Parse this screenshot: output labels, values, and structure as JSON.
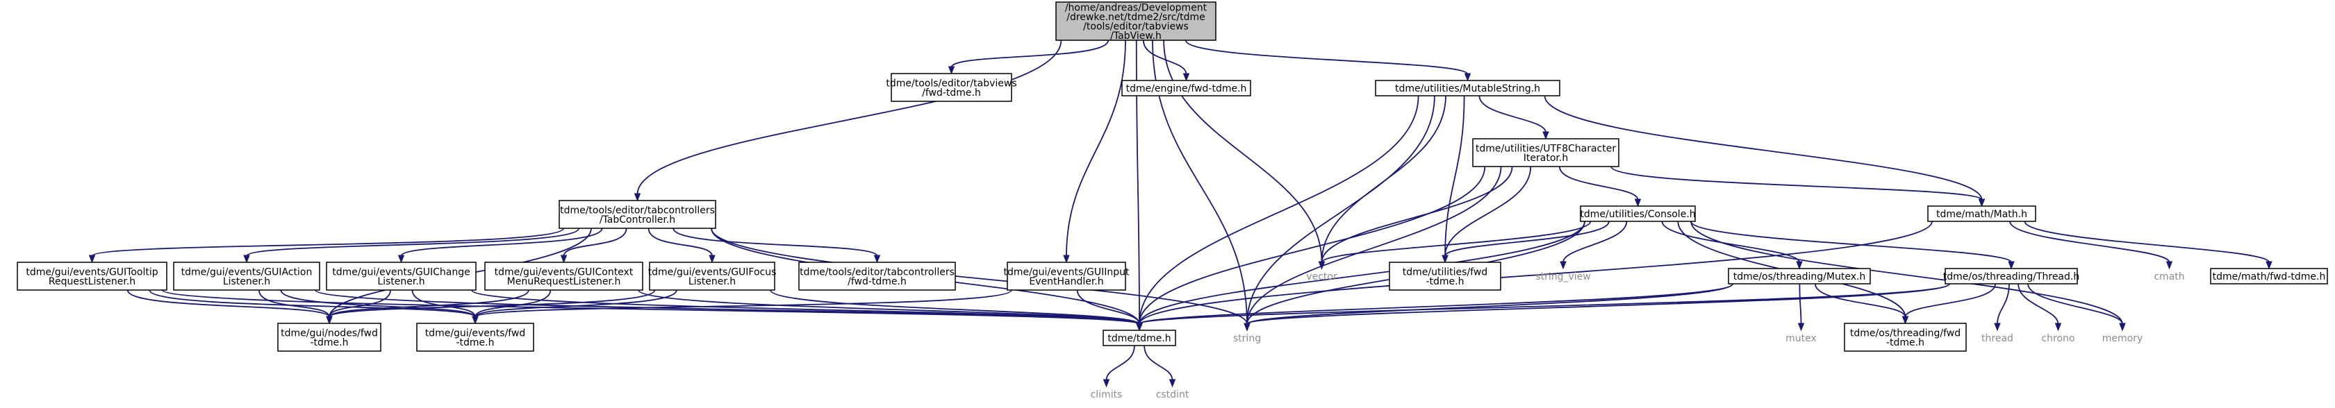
{
  "colors": {
    "edge": "#191970",
    "root_fill": "#bfbfbf",
    "node_border": "#000000",
    "external_text": "#8c8c8c"
  },
  "nodes": {
    "tabview": {
      "label": [
        "/home/andreas/Development",
        "/drewke.net/tdme2/src/tdme",
        "/tools/editor/tabviews",
        "/TabView.h"
      ]
    },
    "tv_fwd": {
      "label": [
        "tdme/tools/editor/tabviews",
        "/fwd-tdme.h"
      ]
    },
    "engine_fwd": {
      "label": [
        "tdme/engine/fwd-tdme.h"
      ]
    },
    "mutablestring": {
      "label": [
        "tdme/utilities/MutableString.h"
      ]
    },
    "utf8": {
      "label": [
        "tdme/utilities/UTF8Character",
        "Iterator.h"
      ]
    },
    "tabcontroller": {
      "label": [
        "tdme/tools/editor/tabcontrollers",
        "/TabController.h"
      ]
    },
    "math": {
      "label": [
        "tdme/math/Math.h"
      ]
    },
    "console": {
      "label": [
        "tdme/utilities/Console.h"
      ]
    },
    "tooltip": {
      "label": [
        "tdme/gui/events/GUITooltip",
        "RequestListener.h"
      ]
    },
    "action": {
      "label": [
        "tdme/gui/events/GUIAction",
        "Listener.h"
      ]
    },
    "change": {
      "label": [
        "tdme/gui/events/GUIChange",
        "Listener.h"
      ]
    },
    "context": {
      "label": [
        "tdme/gui/events/GUIContext",
        "MenuRequestListener.h"
      ]
    },
    "focus": {
      "label": [
        "tdme/gui/events/GUIFocus",
        "Listener.h"
      ]
    },
    "tc_fwd": {
      "label": [
        "tdme/tools/editor/tabcontrollers",
        "/fwd-tdme.h"
      ]
    },
    "input": {
      "label": [
        "tdme/gui/events/GUIInput",
        "EventHandler.h"
      ]
    },
    "vector": {
      "label": [
        "vector"
      ],
      "external": true
    },
    "util_fwd": {
      "label": [
        "tdme/utilities/fwd",
        "-tdme.h"
      ]
    },
    "string_view": {
      "label": [
        "string_view"
      ],
      "external": true
    },
    "mutex": {
      "label": [
        "tdme/os/threading/Mutex.h"
      ]
    },
    "thread": {
      "label": [
        "tdme/os/threading/Thread.h"
      ]
    },
    "cmath": {
      "label": [
        "cmath"
      ],
      "external": true
    },
    "math_fwd": {
      "label": [
        "tdme/math/fwd-tdme.h"
      ]
    },
    "nodes_fwd": {
      "label": [
        "tdme/gui/nodes/fwd",
        "-tdme.h"
      ]
    },
    "events_fwd": {
      "label": [
        "tdme/gui/events/fwd",
        "-tdme.h"
      ]
    },
    "tdme": {
      "label": [
        "tdme/tdme.h"
      ]
    },
    "string": {
      "label": [
        "string"
      ],
      "external": true
    },
    "std_mutex": {
      "label": [
        "mutex"
      ],
      "external": true
    },
    "threading_fwd": {
      "label": [
        "tdme/os/threading/fwd",
        "-tdme.h"
      ]
    },
    "std_thread": {
      "label": [
        "thread"
      ],
      "external": true
    },
    "chrono": {
      "label": [
        "chrono"
      ],
      "external": true
    },
    "memory": {
      "label": [
        "memory"
      ],
      "external": true
    },
    "climits": {
      "label": [
        "climits"
      ],
      "external": true
    },
    "cstdint": {
      "label": [
        "cstdint"
      ],
      "external": true
    }
  },
  "edges": [
    [
      "tabview",
      "tv_fwd"
    ],
    [
      "tabview",
      "engine_fwd"
    ],
    [
      "tabview",
      "mutablestring"
    ],
    [
      "tabview",
      "tabcontroller"
    ],
    [
      "tabview",
      "input"
    ],
    [
      "tabview",
      "tdme"
    ],
    [
      "tabview",
      "vector"
    ],
    [
      "tabview",
      "string"
    ],
    [
      "mutablestring",
      "utf8"
    ],
    [
      "mutablestring",
      "math"
    ],
    [
      "mutablestring",
      "vector"
    ],
    [
      "mutablestring",
      "util_fwd"
    ],
    [
      "mutablestring",
      "tdme"
    ],
    [
      "mutablestring",
      "string"
    ],
    [
      "utf8",
      "console"
    ],
    [
      "utf8",
      "math"
    ],
    [
      "utf8",
      "vector"
    ],
    [
      "utf8",
      "util_fwd"
    ],
    [
      "utf8",
      "string"
    ],
    [
      "utf8",
      "tdme"
    ],
    [
      "tabcontroller",
      "tooltip"
    ],
    [
      "tabcontroller",
      "action"
    ],
    [
      "tabcontroller",
      "change"
    ],
    [
      "tabcontroller",
      "context"
    ],
    [
      "tabcontroller",
      "focus"
    ],
    [
      "tabcontroller",
      "tc_fwd"
    ],
    [
      "tabcontroller",
      "nodes_fwd"
    ],
    [
      "tabcontroller",
      "tdme"
    ],
    [
      "tabcontroller",
      "string"
    ],
    [
      "math",
      "tdme"
    ],
    [
      "math",
      "cmath"
    ],
    [
      "math",
      "math_fwd"
    ],
    [
      "console",
      "vector"
    ],
    [
      "console",
      "string_view"
    ],
    [
      "console",
      "util_fwd"
    ],
    [
      "console",
      "mutex"
    ],
    [
      "console",
      "thread"
    ],
    [
      "console",
      "string"
    ],
    [
      "console",
      "tdme"
    ],
    [
      "console",
      "memory"
    ],
    [
      "console",
      "threading_fwd"
    ],
    [
      "tooltip",
      "nodes_fwd"
    ],
    [
      "tooltip",
      "events_fwd"
    ],
    [
      "tooltip",
      "tdme"
    ],
    [
      "action",
      "nodes_fwd"
    ],
    [
      "action",
      "events_fwd"
    ],
    [
      "action",
      "tdme"
    ],
    [
      "change",
      "nodes_fwd"
    ],
    [
      "change",
      "events_fwd"
    ],
    [
      "change",
      "tdme"
    ],
    [
      "context",
      "nodes_fwd"
    ],
    [
      "context",
      "events_fwd"
    ],
    [
      "context",
      "tdme"
    ],
    [
      "focus",
      "nodes_fwd"
    ],
    [
      "focus",
      "events_fwd"
    ],
    [
      "focus",
      "tdme"
    ],
    [
      "input",
      "events_fwd"
    ],
    [
      "input",
      "tdme"
    ],
    [
      "mutex",
      "std_mutex"
    ],
    [
      "mutex",
      "threading_fwd"
    ],
    [
      "mutex",
      "string"
    ],
    [
      "mutex",
      "tdme"
    ],
    [
      "thread",
      "std_thread"
    ],
    [
      "thread",
      "chrono"
    ],
    [
      "thread",
      "memory"
    ],
    [
      "thread",
      "threading_fwd"
    ],
    [
      "thread",
      "string"
    ],
    [
      "thread",
      "tdme"
    ],
    [
      "tdme",
      "climits"
    ],
    [
      "tdme",
      "cstdint"
    ]
  ]
}
